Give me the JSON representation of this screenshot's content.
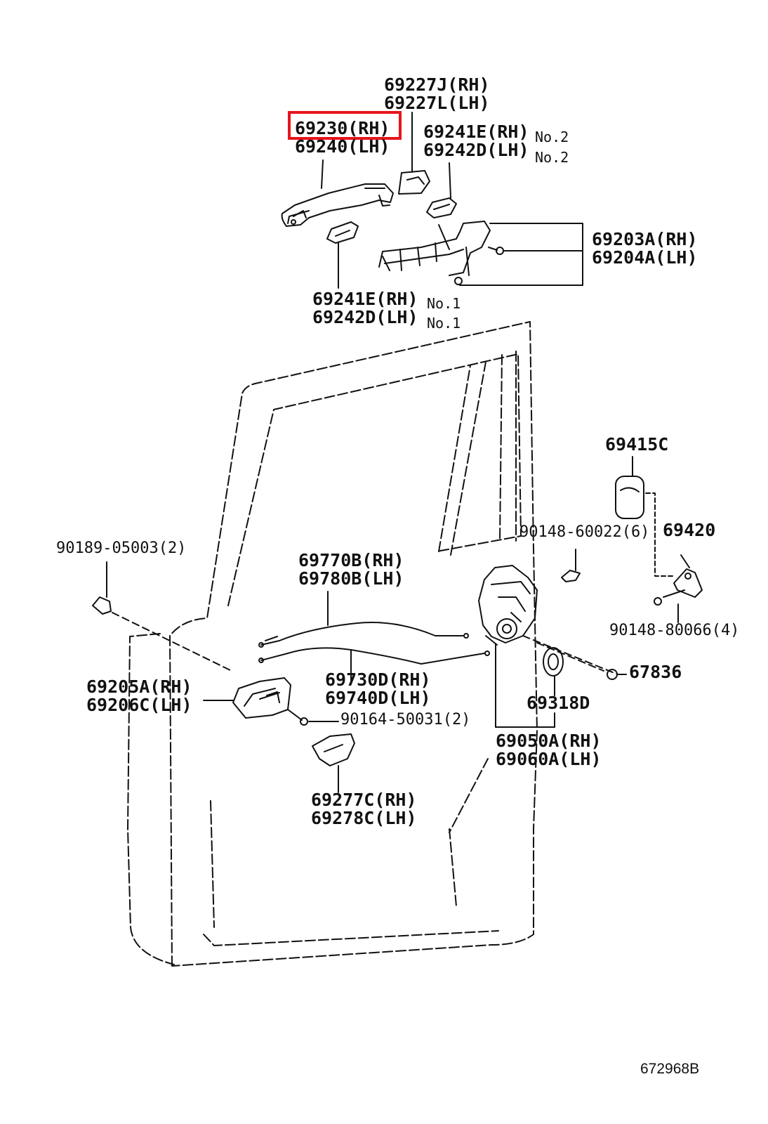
{
  "diagram": {
    "drawing_code": "672968B",
    "highlight_color": "#e8141c",
    "labels": {
      "handle_outer": {
        "line1": "69230(RH)",
        "line2": "69240(LH)"
      },
      "handle_cover": {
        "line1": "69227J(RH)",
        "line2": "69227L(LH)"
      },
      "pad_no2": {
        "line1": "69241E(RH)",
        "line2": "69242D(LH)",
        "suffix1": "No.2",
        "suffix2": "No.2"
      },
      "frame": {
        "line1": "69203A(RH)",
        "line2": "69204A(LH)"
      },
      "pad_no1": {
        "line1": "69241E(RH)",
        "line2": "69242D(LH)",
        "suffix1": "No.1",
        "suffix2": "No.1"
      },
      "striker_cover": {
        "line1": "69415C"
      },
      "striker": {
        "line1": "69420"
      },
      "screw_striker_top": {
        "line1": "90148-60022(6)"
      },
      "screw_striker_bottom": {
        "line1": "90148-80066(4)"
      },
      "clip": {
        "line1": "90189-05003(2)"
      },
      "cable_upper": {
        "line1": "69770B(RH)",
        "line2": "69780B(LH)"
      },
      "cable_lower": {
        "line1": "69730D(RH)",
        "line2": "69740D(LH)"
      },
      "inside_handle": {
        "line1": "69205A(RH)",
        "line2": "69206C(LH)"
      },
      "screw_handle": {
        "line1": "90164-50031(2)"
      },
      "grommet": {
        "line1": "67836"
      },
      "seal": {
        "line1": "69318D"
      },
      "lock_assy": {
        "line1": "69050A(RH)",
        "line2": "69060A(LH)"
      },
      "bezel": {
        "line1": "69277C(RH)",
        "line2": "69278C(LH)"
      }
    }
  }
}
